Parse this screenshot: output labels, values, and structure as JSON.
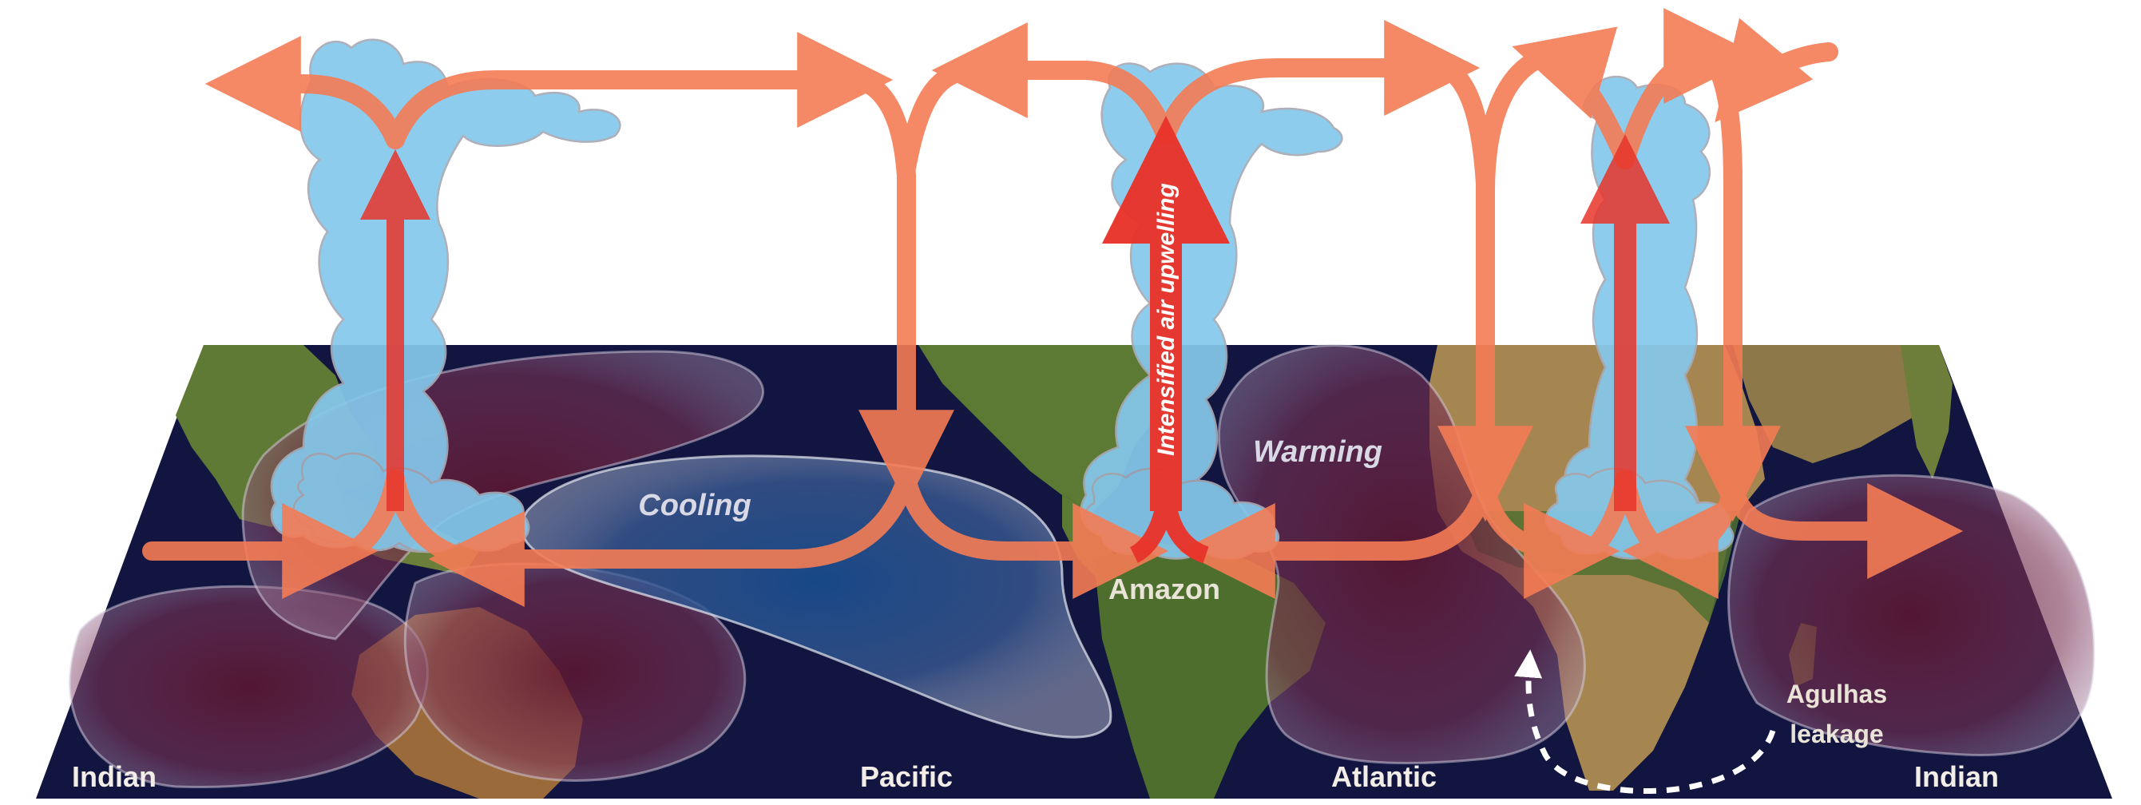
{
  "labels": {
    "cooling": "Cooling",
    "warming": "Warming",
    "amazon": "Amazon",
    "upwelling": "Intensified air upwelling",
    "agulhas_line1": "Agulhas",
    "agulhas_line2": "leakage"
  },
  "oceans": [
    "Indian",
    "Pacific",
    "Atlantic",
    "Indian"
  ],
  "colors": {
    "circulation_arrow": "#f47c55",
    "upwelling_arrow": "#e8342b",
    "cloud": "#85c8ec",
    "map_ocean": "#121540",
    "land": "#5f7a35",
    "cooling_anomaly": "#1b4f8f",
    "warming_anomaly": "#6e1e3a"
  },
  "icons": {
    "circulation": "walker-circulation-arrows",
    "clouds": "convection-cloud-icon",
    "leakage": "dashed-curved-arrow-icon"
  }
}
